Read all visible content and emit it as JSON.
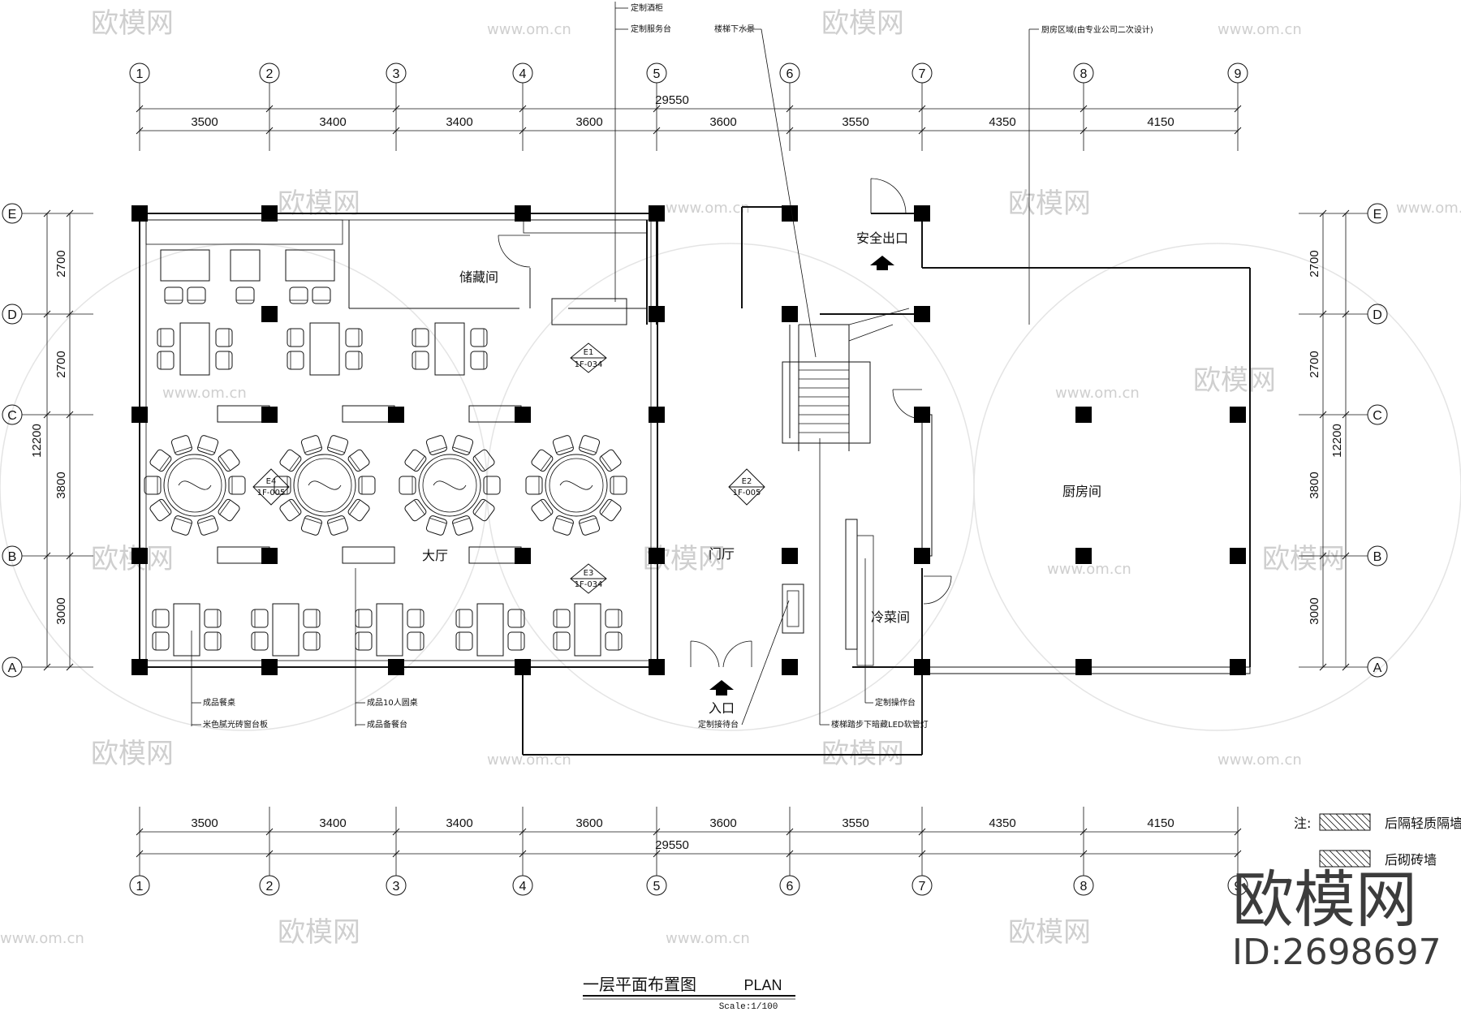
{
  "grid_x": [
    "1",
    "2",
    "3",
    "4",
    "5",
    "6",
    "7",
    "8",
    "9"
  ],
  "grid_y": [
    "E",
    "D",
    "C",
    "B",
    "A"
  ],
  "dims_x": [
    "3500",
    "3400",
    "3400",
    "3600",
    "3600",
    "3550",
    "4350",
    "4150"
  ],
  "dims_x_total": "29550",
  "dims_y": [
    "2700",
    "2700",
    "3800",
    "3000"
  ],
  "dims_y_total": "12200",
  "rooms": {
    "storage": "储藏间",
    "safety_exit": "安全出口",
    "kitchen": "厨房间",
    "hall": "大厅",
    "lobby": "门厅",
    "cold_dish": "冷菜间",
    "entrance": "入口"
  },
  "markers": {
    "e1": "E1",
    "e1_sub": "1F-034",
    "e2": "E2",
    "e2_sub": "1F-005",
    "e3": "E3",
    "e3_sub": "1F-034",
    "e4": "E4",
    "e4_sub": "1F-005"
  },
  "annotations": {
    "top1": "定制酒柜",
    "top2": "定制服务台",
    "top3": "楼梯下水景",
    "top4": "厨房区域(由专业公司二次设计)",
    "bot1": "成品餐桌",
    "bot2": "米色腻光砖窗台板",
    "bot3": "成品10人圆桌",
    "bot4": "成品备餐台",
    "bot5": "定制接待台",
    "bot6": "定制操作台",
    "bot7": "楼梯踏步下暗藏LED软管灯"
  },
  "legend": {
    "note": "注:",
    "light_wall": "后隔轻质隔墙",
    "brick_wall": "后砌砖墙"
  },
  "title": {
    "main": "一层平面布置图",
    "en": "PLAN",
    "scale": "Scale:1/100"
  },
  "watermark": {
    "brand": "欧模网",
    "url": "www.om.cn",
    "id": "ID:2698697"
  }
}
